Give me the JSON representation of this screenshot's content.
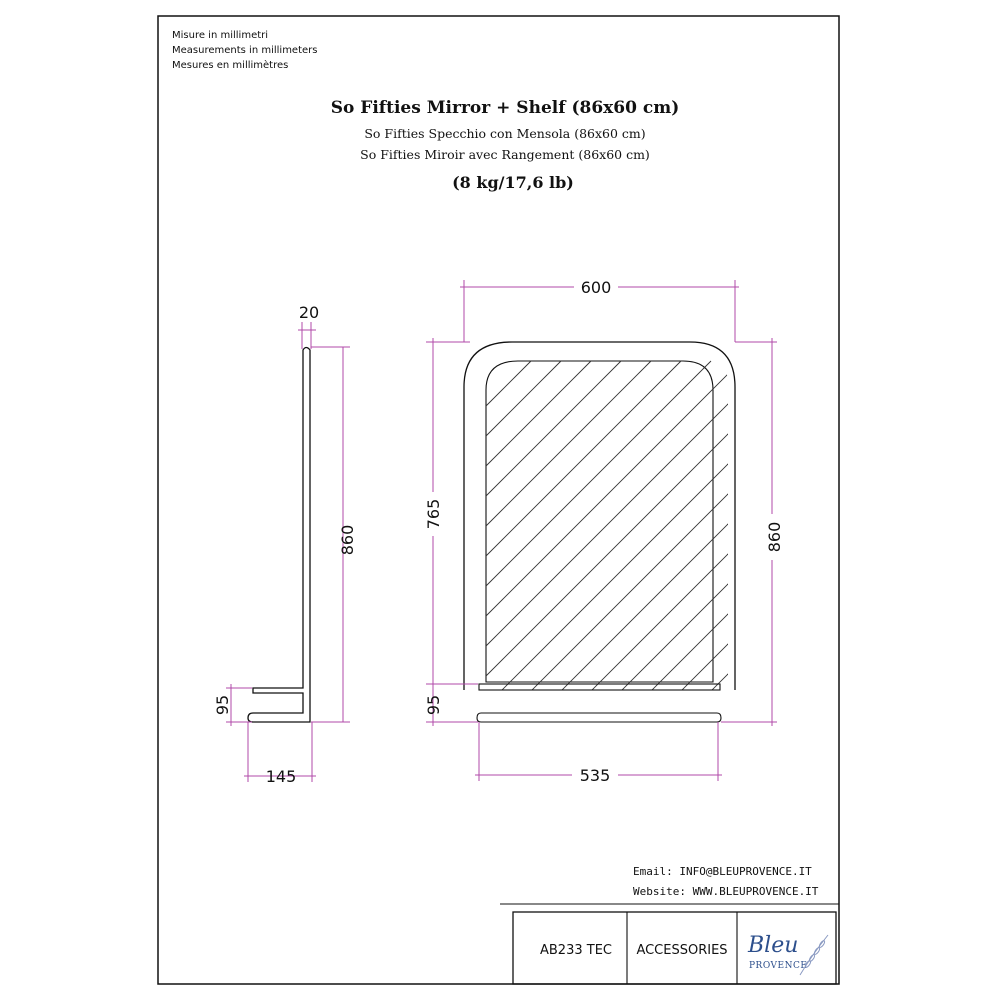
{
  "units_note": {
    "line1": "Misure in millimetri",
    "line2": "Measurements in millimeters",
    "line3": "Mesures en millimètres"
  },
  "title": {
    "main": "So Fifties Mirror + Shelf (86x60 cm)",
    "italian": "So Fifties Specchio con Mensola (86x60 cm)",
    "french": "So Fifties Miroir avec Rangement (86x60 cm)",
    "weight": "(8 kg/17,6 lb)"
  },
  "side_view": {
    "depth_top": "20",
    "height": "860",
    "shelf_height": "95",
    "shelf_depth": "145"
  },
  "front_view": {
    "width": "600",
    "mirror_height": "765",
    "total_height": "860",
    "shelf_height": "95",
    "shelf_width": "535"
  },
  "contact": {
    "email": "Email:  INFO@BLEUPROVENCE.IT",
    "website": "Website:  WWW.BLEUPROVENCE.IT"
  },
  "title_block": {
    "code": "AB233 TEC",
    "category": "ACCESSORIES",
    "logo_word": "Bleu",
    "logo_sub": "PROVENCE"
  },
  "colors": {
    "outline": "#111111",
    "dimension_line": "#b04aa8",
    "logo": "#2d4f8c"
  }
}
